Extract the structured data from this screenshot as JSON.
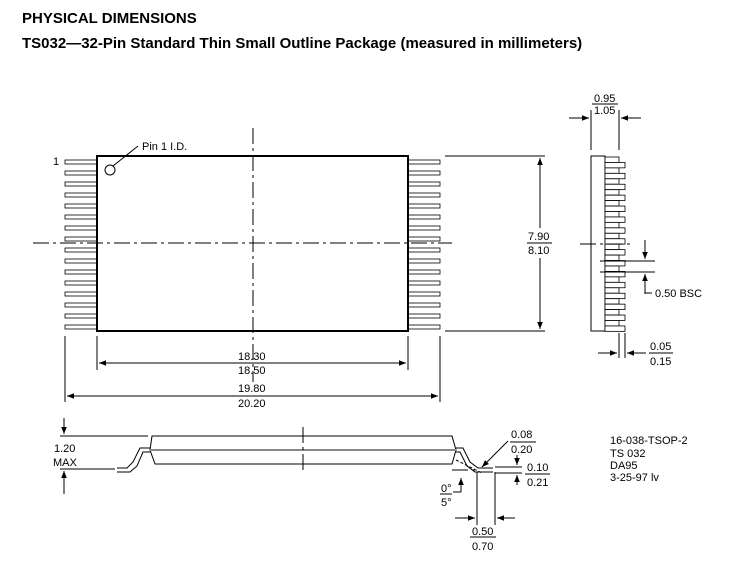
{
  "heading": "PHYSICAL DIMENSIONS",
  "subheading": "TS032—32-Pin Standard Thin Small Outline Package (measured in millimeters)",
  "top_view": {
    "pin1_label": "1",
    "pin1_id": "Pin 1 I.D.",
    "pins_per_side": 16,
    "width_min": "7.90",
    "width_max": "8.10",
    "body_len_min": "18.30",
    "body_len_max": "18.50",
    "total_len_min": "19.80",
    "total_len_max": "20.20"
  },
  "end_view": {
    "thick_min": "0.95",
    "thick_max": "1.05",
    "pitch": "0.50 BSC",
    "lead_w_min": "0.05",
    "lead_w_max": "0.15"
  },
  "side_view": {
    "height_val": "1.20",
    "height_note": "MAX",
    "standoff_min": "0.08",
    "standoff_max": "0.20",
    "lead_t_min": "0.10",
    "lead_t_max": "0.21",
    "angle_min": "0°",
    "angle_max": "5°",
    "foot_min": "0.50",
    "foot_max": "0.70"
  },
  "notes": [
    "16-038-TSOP-2",
    "TS 032",
    "DA95",
    "3-25-97 lv"
  ]
}
